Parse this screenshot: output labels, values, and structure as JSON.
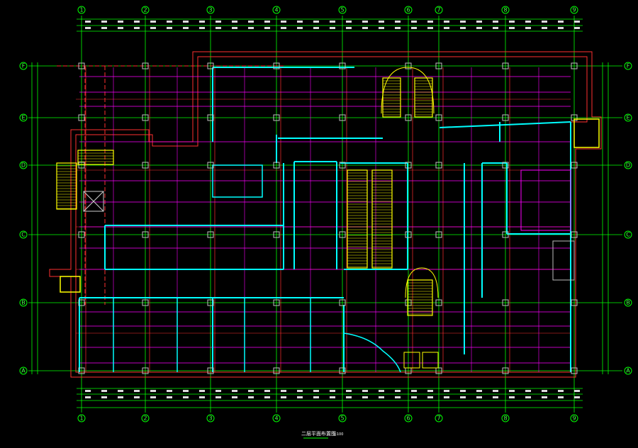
{
  "drawing": {
    "title": "二层平面布置图",
    "scale": "1:100",
    "columns": [
      "1",
      "2",
      "3",
      "4",
      "5",
      "6",
      "7",
      "8",
      "9"
    ],
    "rows": [
      "A",
      "B",
      "C",
      "D",
      "E",
      "F"
    ]
  },
  "colors": {
    "background": "#000000",
    "grid": "#00ff00",
    "wall": "#00ffff",
    "outline": "#ff3030",
    "partition": "#ff00ff",
    "stair": "#ffff00",
    "column": "#c0c0c0",
    "text": "#ffffff"
  }
}
